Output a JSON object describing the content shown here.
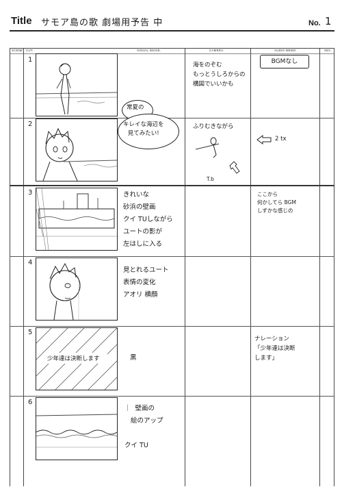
{
  "header": {
    "title_label": "Title",
    "title_text": "サモア島の歌  劇場用予告  中",
    "no_label": "No.",
    "no_value": "1"
  },
  "columns": {
    "scene": "SCENE",
    "cut": "CUT.",
    "visual": "VISUAL IMAGE.",
    "camera": "CAMERA.",
    "audio": "AUDIO MEMO.",
    "sec": "SEC."
  },
  "cuts": [
    {
      "number": "1",
      "camera": "海をのぞむ\nもっとうしろからの\n構図でいいかも",
      "audio_box": "BGMなし"
    },
    {
      "number": "2",
      "bubble_small": "常夏の",
      "bubble_large": "キレイな海辺を\n見てみたい!",
      "camera": "ふりむきながら",
      "camera_tb": "T.b",
      "audio": "2 tx"
    },
    {
      "number": "3",
      "visual": "きれいな\n砂浜の壁画\nクイ TUしながら\nユートの影が\n左はしに入る",
      "audio": "ここから\n何かしてら BGM\nしずかな感じの"
    },
    {
      "number": "4",
      "visual": "見とれるユート\n表情の変化\nアオリ 横顔"
    },
    {
      "number": "5",
      "frame_caption": "少年達は決断します",
      "visual": "黒",
      "audio": "ナレーション\n「少年達は決断\nします」"
    },
    {
      "number": "6",
      "visual": "｜  壁画の\n   絵のアップ\n\nクイ TU"
    }
  ]
}
